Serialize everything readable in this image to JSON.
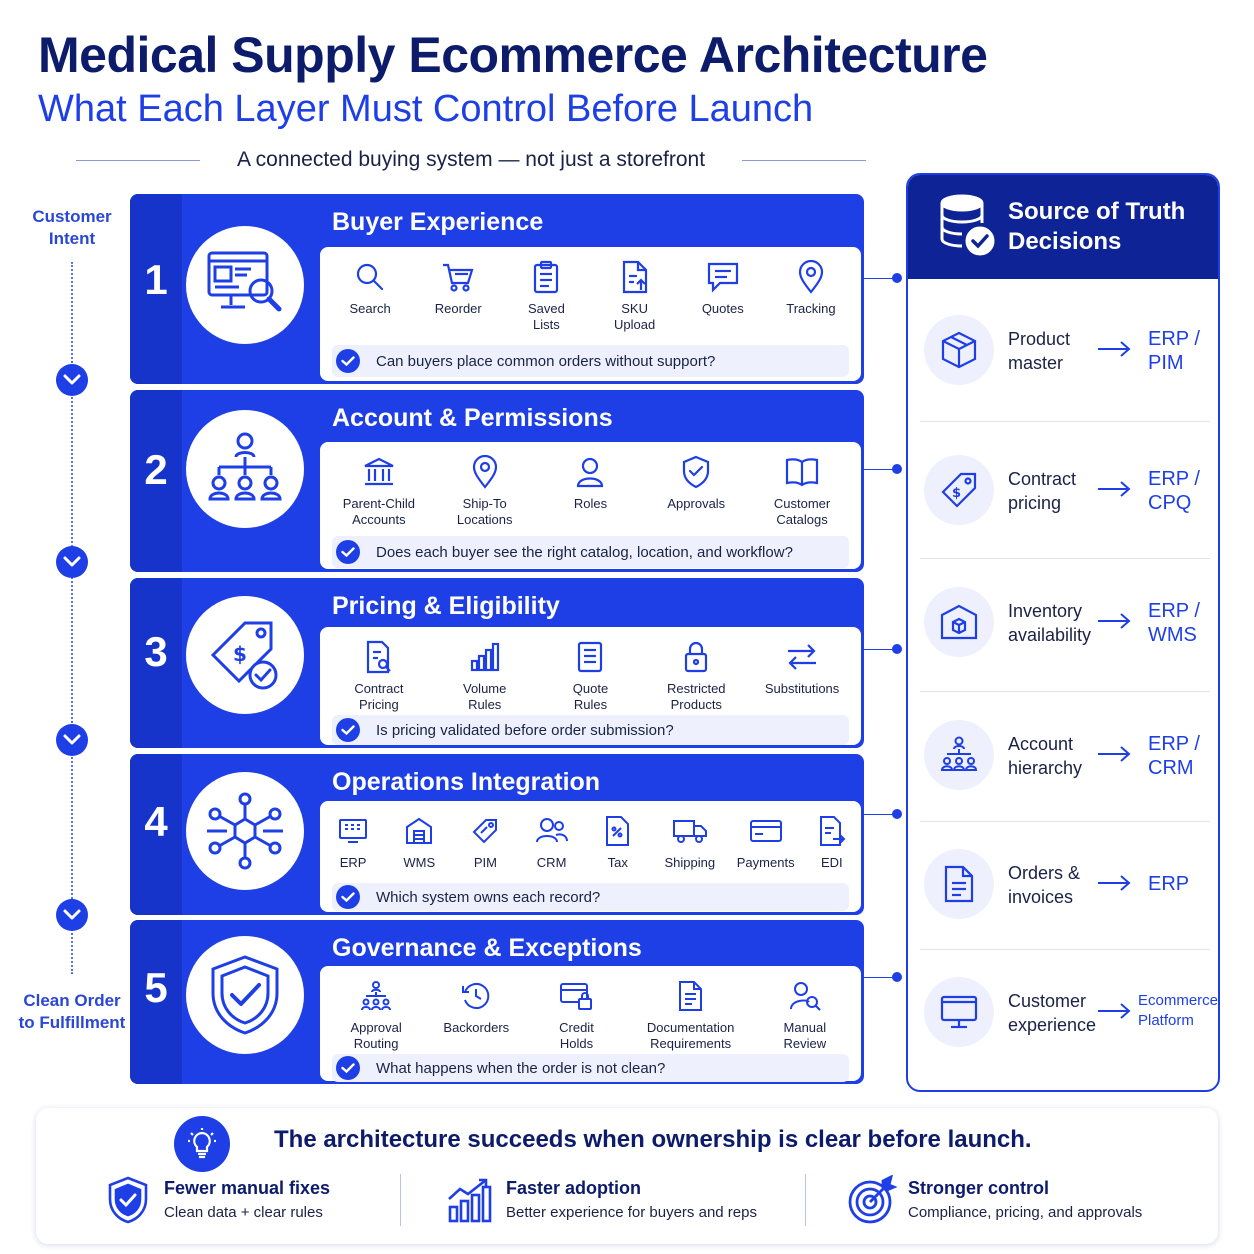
{
  "header": {
    "title": "Medical Supply Ecommerce Architecture",
    "subtitle": "What Each Layer Must Control Before Launch",
    "tagline": "A connected buying system — not just a storefront"
  },
  "flow": {
    "start_label": "Customer\nIntent",
    "end_label": "Clean Order\nto Fulfillment"
  },
  "layers": [
    {
      "number": "1",
      "title": "Buyer Experience",
      "items": [
        "Search",
        "Reorder",
        "Saved\nLists",
        "SKU\nUpload",
        "Quotes",
        "Tracking"
      ],
      "question": "Can buyers place common orders without support?"
    },
    {
      "number": "2",
      "title": "Account & Permissions",
      "items": [
        "Parent-Child\nAccounts",
        "Ship-To\nLocations",
        "Roles",
        "Approvals",
        "Customer\nCatalogs"
      ],
      "question": "Does each buyer see the right catalog, location, and workflow?"
    },
    {
      "number": "3",
      "title": "Pricing & Eligibility",
      "items": [
        "Contract\nPricing",
        "Volume\nRules",
        "Quote\nRules",
        "Restricted\nProducts",
        "Substitutions"
      ],
      "question": "Is pricing validated before order submission?"
    },
    {
      "number": "4",
      "title": "Operations Integration",
      "items": [
        "ERP",
        "WMS",
        "PIM",
        "CRM",
        "Tax",
        "Shipping",
        "Payments",
        "EDI"
      ],
      "question": "Which system owns each record?"
    },
    {
      "number": "5",
      "title": "Governance & Exceptions",
      "items": [
        "Approval\nRouting",
        "Backorders",
        "Credit\nHolds",
        "Documentation\nRequirements",
        "Manual\nReview"
      ],
      "question": "What happens when the order is not clean?"
    }
  ],
  "source_of_truth": {
    "title": "Source of Truth\nDecisions",
    "rows": [
      {
        "label": "Product\nmaster",
        "system": "ERP /\nPIM"
      },
      {
        "label": "Contract\npricing",
        "system": "ERP /\nCPQ"
      },
      {
        "label": "Inventory\navailability",
        "system": "ERP /\nWMS"
      },
      {
        "label": "Account\nhierarchy",
        "system": "ERP /\nCRM"
      },
      {
        "label": "Orders &\ninvoices",
        "system": "ERP"
      },
      {
        "label": "Customer\nexperience",
        "system": "Ecommerce\nPlatform"
      }
    ]
  },
  "bottom": {
    "headline": "The architecture succeeds when ownership is clear before launch.",
    "benefits": [
      {
        "title": "Fewer manual fixes",
        "desc": "Clean data + clear rules"
      },
      {
        "title": "Faster adoption",
        "desc": "Better experience for buyers and reps"
      },
      {
        "title": "Stronger control",
        "desc": "Compliance, pricing, and approvals"
      }
    ]
  },
  "colors": {
    "brand_blue": "#1f3fe6",
    "navy": "#0d1b6b",
    "sot_header": "#0e2395"
  }
}
